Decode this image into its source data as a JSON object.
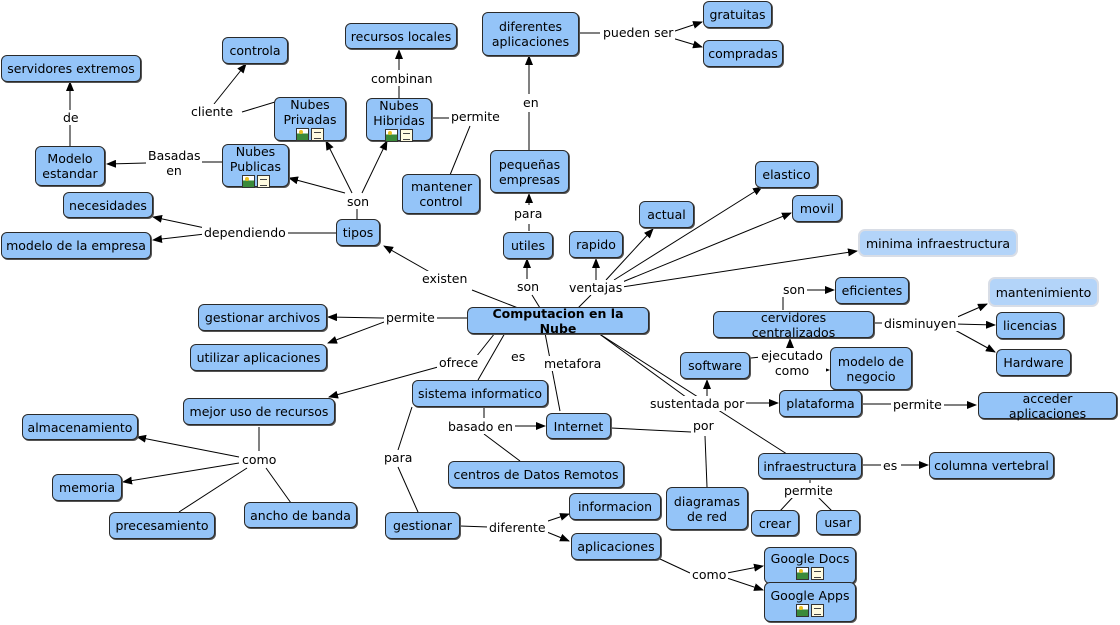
{
  "title": "Computacion en la Nube",
  "concepts": {
    "main": "Computacion en la Nube",
    "servidores_extremos": "servidores extremos",
    "controla": "controla",
    "recursos_locales": "recursos locales",
    "diferentes_aplicaciones": "diferentes aplicaciones",
    "gratuitas": "gratuitas",
    "compradas": "compradas",
    "modelo_estandar": "Modelo estandar",
    "nubes_publicas": "Nubes Publicas",
    "nubes_privadas": "Nubes Privadas",
    "nubes_hibridas": "Nubes Hibridas",
    "mantener_control": "mantener control",
    "pequenas_empresas": "pequeñas empresas",
    "elastico": "elastico",
    "movil": "movil",
    "minima_infraestructura": "minima infraestructura",
    "actual": "actual",
    "rapido": "rapido",
    "utiles": "utiles",
    "necesidades": "necesidades",
    "modelo_empresa": "modelo de la empresa",
    "tipos": "tipos",
    "eficientes": "eficientes",
    "mantenimiento": "mantenimiento",
    "licencias": "licencias",
    "hardware": "Hardware",
    "cervidores": "cervidores centralizados",
    "gestionar_archivos": "gestionar archivos",
    "utilizar_aplicaciones": "utilizar aplicaciones",
    "software": "software",
    "modelo_negocio": "modelo de negocio",
    "sistema_informatico": "sistema informatico",
    "mejor_uso": "mejor uso de recursos",
    "plataforma": "plataforma",
    "acceder_aplicaciones": "acceder aplicaciones",
    "almacenamiento": "almacenamiento",
    "internet": "Internet",
    "centros_datos": "centros de Datos Remotos",
    "memoria": "memoria",
    "infraestructura": "infraestructura",
    "columna_vertebral": "columna vertebral",
    "diagramas_red": "diagramas de red",
    "procesamiento": "precesamiento",
    "ancho_banda": "ancho de banda",
    "gestionar": "gestionar",
    "informacion": "informacion",
    "crear": "crear",
    "usar": "usar",
    "aplicaciones": "aplicaciones",
    "google_docs": "Google Docs",
    "google_apps": "Google Apps"
  },
  "links": {
    "de": "de",
    "cliente": "cliente",
    "combinan": "combinan",
    "pueden_ser": "pueden ser",
    "basadas_en": "Basadas en",
    "permite_hib": "permite",
    "en": "en",
    "son_tipos": "son",
    "para_utiles": "para",
    "dependiendo": "dependiendo",
    "son_utiles": "son",
    "ventajas": "ventajas",
    "existen": "existen",
    "son_cerv": "son",
    "permite_main": "permite",
    "disminuyen": "disminuyen",
    "ofrece": "ofrece",
    "es": "es",
    "metafora": "metafora",
    "ejecutado_como": "ejecutado como",
    "sustentada_por": "sustentada por",
    "permite_plat": "permite",
    "basado_en": "basado en",
    "por": "por",
    "como_mejor": "como",
    "es_infra": "es",
    "para_gestionar": "para",
    "permite_infra": "permite",
    "diferente": "diferente",
    "como_google": "como"
  },
  "icons": {
    "image": "image-icon",
    "document": "document-icon"
  },
  "colors": {
    "node_fill": "#94c4f8",
    "node_fill_light": "#b3d4f9",
    "node_border": "#2a2a2a",
    "line": "#000000"
  }
}
